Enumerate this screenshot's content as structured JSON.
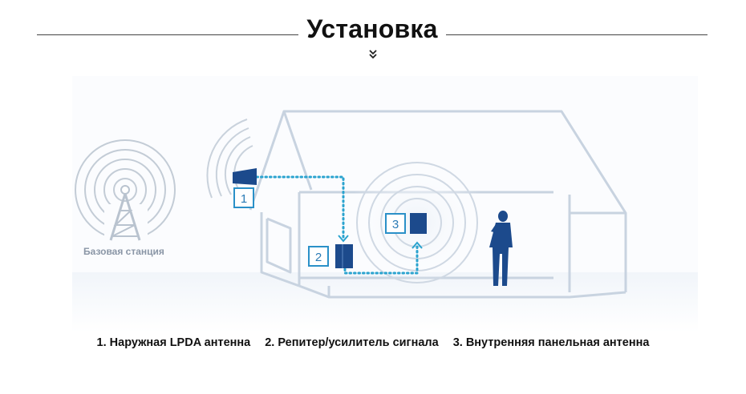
{
  "header": {
    "title": "Установка"
  },
  "diagram": {
    "base_station_label": "Базовая станция",
    "markers": [
      "1",
      "2",
      "3"
    ]
  },
  "captions": [
    "1. Наружная LPDA антенна",
    "2.  Репитер/усилитель сигнала",
    "3. Внутренняя панельная антенна"
  ],
  "colors": {
    "equipment": "#1c4a8c",
    "signal_dots": "#2aa3cf",
    "house_outline": "#c8d3e0",
    "marker_border": "#2a90c8"
  }
}
